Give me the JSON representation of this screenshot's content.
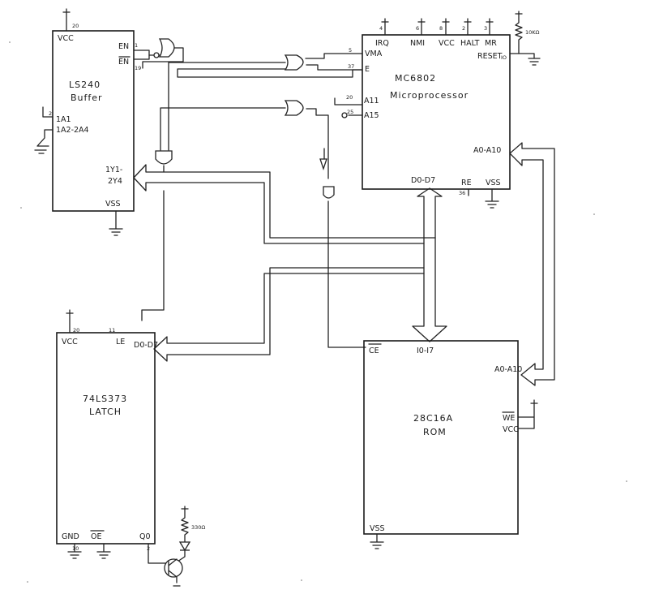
{
  "buffer_chip": {
    "part": "LS240",
    "function": "Buffer",
    "pins": {
      "vcc": "VCC",
      "en_top": "EN",
      "en_bottom": "EN",
      "a1": "1A1",
      "a2_a4": "1A2-2A4",
      "y_outputs": [
        "1Y1-",
        "2Y4"
      ],
      "vss": "VSS"
    },
    "pin_numbers": {
      "vcc": "20",
      "en_top": "1",
      "en_bottom": "19",
      "a1": "2"
    }
  },
  "cpu_chip": {
    "part": "MC6802",
    "function": "Microprocessor",
    "pins": {
      "irq": "IRQ",
      "nmi": "NMI",
      "vcc": "VCC",
      "halt": "HALT",
      "mr": "MR",
      "reset": "RESET",
      "reset_in": "IO",
      "vma": "VMA",
      "e": "E",
      "a11": "A11",
      "a15": "A15",
      "address": "A0-A10",
      "data": "D0-D7",
      "re": "RE",
      "vss": "VSS"
    },
    "pin_numbers": {
      "irq": "4",
      "nmi": "6",
      "vcc": "8",
      "halt": "2",
      "mr": "3",
      "vma": "5",
      "e": "37",
      "a11": "20",
      "a15": "25",
      "re": "36"
    },
    "reset_resistor": "10KΩ"
  },
  "latch_chip": {
    "part": "74LS373",
    "function": "LATCH",
    "pins": {
      "vcc": "VCC",
      "le": "LE",
      "data": "D0-D7",
      "gnd": "GND",
      "oe": "OE",
      "q0": "Q0"
    },
    "pin_numbers": {
      "vcc": "20",
      "le": "11",
      "gnd": "10",
      "q0": "2"
    },
    "led_resistor": "330Ω"
  },
  "rom_chip": {
    "part": "28C16A",
    "function": "ROM",
    "pins": {
      "ce": "CE",
      "data": "I0-I7",
      "address": "A0-A10",
      "we": "WE",
      "vcc": "VCC",
      "vss": "VSS"
    }
  },
  "colors": {
    "ink": "#1a1a1a",
    "paper": "#ffffff"
  }
}
